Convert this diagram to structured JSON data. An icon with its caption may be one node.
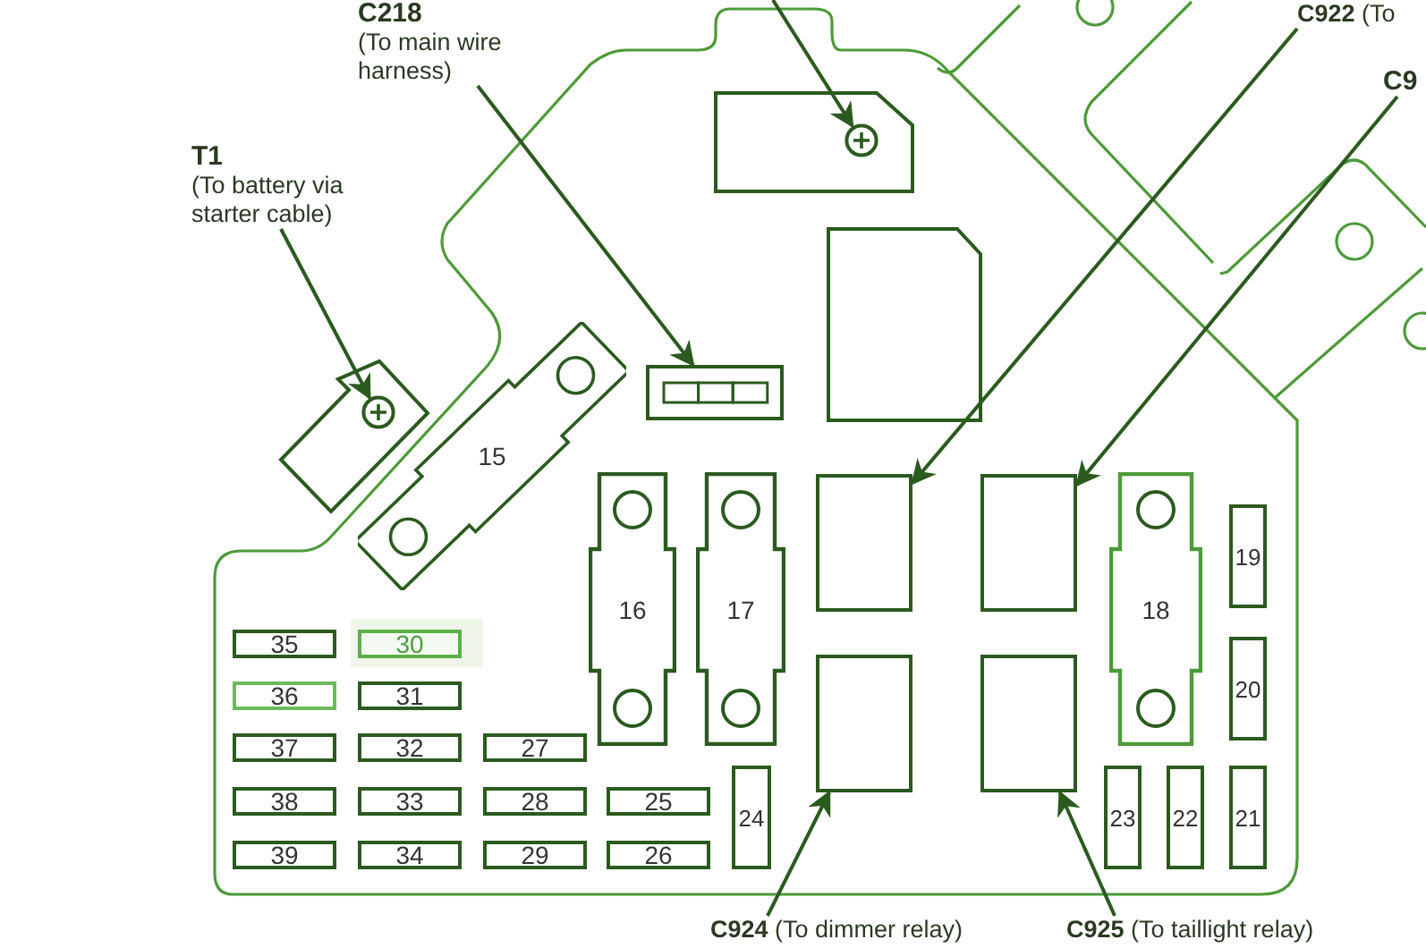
{
  "diagram": {
    "nodes": [
      {
        "text": [
          "T1",
          "(To battery via starter cable)"
        ]
      },
      {
        "text": [],
        "shape": "circle"
      },
      {
        "text": [
          "C218",
          "(To main wire harness)"
        ]
      },
      {
        "text": [],
        "shape": "box"
      },
      {
        "text": [],
        "shape": "circle"
      },
      {
        "text": [
          "**C922** (To"
        ]
      },
      {
        "text": [],
        "shape": "box"
      },
      {
        "text": [
          "C9"
        ]
      },
      {
        "text": [],
        "shape": "box"
      },
      {
        "text": [],
        "shape": "box"
      },
      {
        "text": [],
        "shape": "box"
      },
      {
        "text": [
          "**C924** (To dimmer relay)"
        ]
      },
      {
        "text": [
          "**C925** (To taillight relay)"
        ]
      },
      {
        "text": [
          "15"
        ]
      },
      {
        "text": [
          "16"
        ]
      },
      {
        "text": [
          "17"
        ]
      },
      {
        "text": [
          "18"
        ]
      },
      {
        "text": [
          "19"
        ]
      },
      {
        "text": [
          "20"
        ]
      },
      {
        "text": [
          "21"
        ]
      },
      {
        "text": [
          "22"
        ]
      },
      {
        "text": [
          "23"
        ]
      },
      {
        "text": [
          "24"
        ]
      },
      {
        "text": [
          "25"
        ]
      },
      {
        "text": [
          "26"
        ]
      },
      {
        "text": [
          "27"
        ]
      },
      {
        "text": [
          "28"
        ]
      },
      {
        "text": [
          "29"
        ]
      },
      {
        "text": [
          "30"
        ]
      },
      {
        "text": [
          "31"
        ]
      },
      {
        "text": [
          "32"
        ]
      },
      {
        "text": [
          "33"
        ]
      },
      {
        "text": [
          "34"
        ]
      },
      {
        "text": [
          "35"
        ]
      },
      {
        "text": [
          "36"
        ]
      },
      {
        "text": [
          "37"
        ]
      },
      {
        "text": [
          "38"
        ]
      },
      {
        "text": [
          "39"
        ]
      }
    ],
    "edges": [
      {
        "from": 0,
        "to": 1,
        "arrow": "to"
      },
      {
        "from": 2,
        "to": 3,
        "arrow": "to"
      },
      {
        "from": null,
        "to": 4,
        "arrow": "to"
      },
      {
        "from": 5,
        "to": 6,
        "arrow": "to"
      },
      {
        "from": 7,
        "to": 8,
        "arrow": "to"
      },
      {
        "from": 11,
        "to": 9,
        "arrow": "to"
      },
      {
        "from": 12,
        "to": 10,
        "arrow": "to"
      }
    ]
  }
}
